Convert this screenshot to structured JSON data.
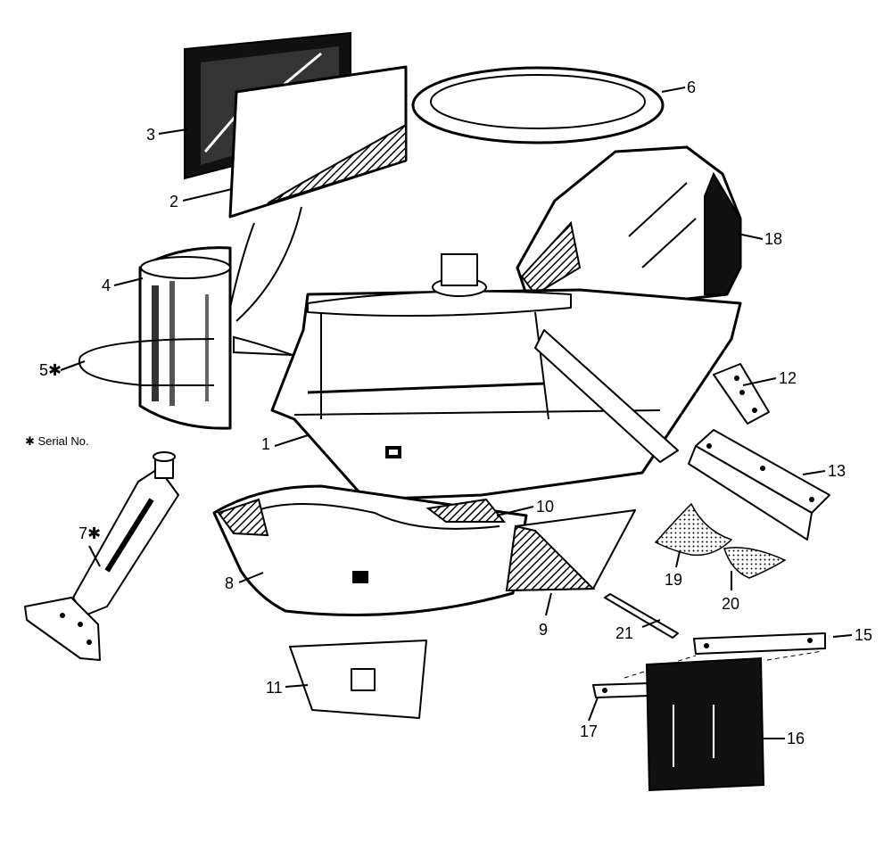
{
  "footnote": "✱ Serial No.",
  "callouts": [
    {
      "id": "p1",
      "text": "1"
    },
    {
      "id": "p2",
      "text": "2"
    },
    {
      "id": "p3",
      "text": "3"
    },
    {
      "id": "p4",
      "text": "4"
    },
    {
      "id": "p5",
      "text": "5✱"
    },
    {
      "id": "p6",
      "text": "6"
    },
    {
      "id": "p7",
      "text": "7✱"
    },
    {
      "id": "p8",
      "text": "8"
    },
    {
      "id": "p9",
      "text": "9"
    },
    {
      "id": "p10",
      "text": "10"
    },
    {
      "id": "p11",
      "text": "11"
    },
    {
      "id": "p12",
      "text": "12"
    },
    {
      "id": "p13",
      "text": "13"
    },
    {
      "id": "p15",
      "text": "15"
    },
    {
      "id": "p16",
      "text": "16"
    },
    {
      "id": "p17",
      "text": "17"
    },
    {
      "id": "p18",
      "text": "18"
    },
    {
      "id": "p19",
      "text": "19"
    },
    {
      "id": "p20",
      "text": "20"
    },
    {
      "id": "p21",
      "text": "21"
    }
  ]
}
